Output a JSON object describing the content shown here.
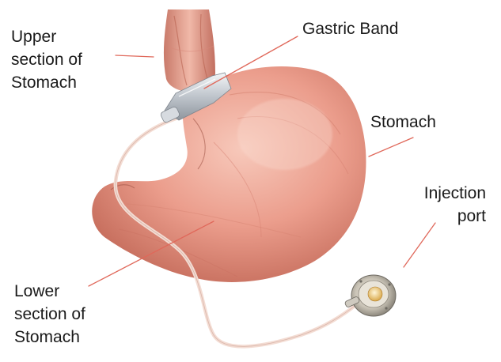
{
  "labels": {
    "upper_stomach": "Upper\nsection of\nStomach",
    "gastric_band": "Gastric Band",
    "stomach": "Stomach",
    "injection_port": "Injection\nport",
    "lower_stomach": "Lower\nsection of\nStomach"
  },
  "colors": {
    "stomach_base": "#e9988a",
    "stomach_light": "#f6c3b5",
    "stomach_dark": "#c9705f",
    "leader_line": "#e0685a",
    "band": "#cfd4da",
    "tube": "#f3d9cf",
    "label_text": "#1a1a1a"
  }
}
